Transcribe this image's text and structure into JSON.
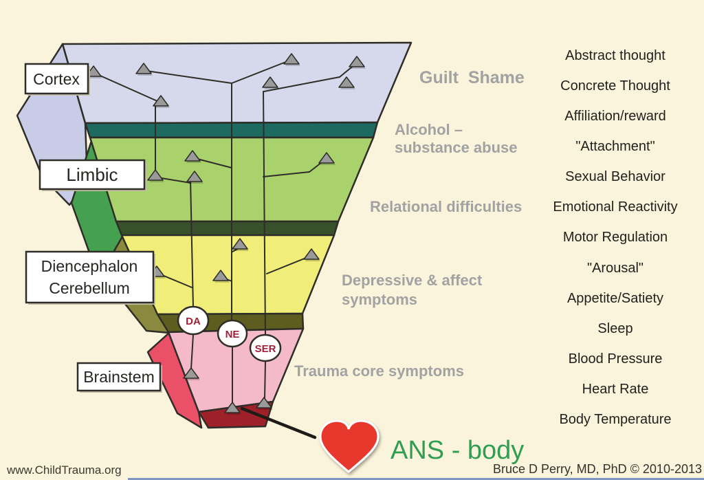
{
  "diagram": {
    "levels": {
      "cortex": "Cortex",
      "limbic": "Limbic",
      "diencephalon_line1": "Diencephalon",
      "diencephalon_line2": "Cerebellum",
      "brainstem": "Brainstem"
    },
    "neurotransmitters": {
      "da": "DA",
      "ne": "NE",
      "ser": "SER"
    },
    "symptoms": {
      "guilt_shame": "Guilt  Shame",
      "alcohol_line1": "Alcohol –",
      "alcohol_line2": "substance abuse",
      "relational": "Relational difficulties",
      "depressive_line1": "Depressive & affect",
      "depressive_line2": "symptoms",
      "trauma": "Trauma core symptoms"
    },
    "ans_label": "ANS - body"
  },
  "functions": {
    "items": [
      "Abstract thought",
      "Concrete Thought",
      "Affiliation/reward",
      "\"Attachment\"",
      "Sexual Behavior",
      "Emotional Reactivity",
      "Motor Regulation",
      "\"Arousal\"",
      "Appetite/Satiety",
      "Sleep",
      "Blood Pressure",
      "Heart Rate",
      "Body Temperature"
    ]
  },
  "footer": {
    "website": "www.ChildTrauma.org",
    "credit": "Bruce D Perry, MD, PhD © 2010-2013"
  },
  "colors": {
    "background": "#fbf4dc",
    "cortex_face": "#d6d9ec",
    "cortex_side": "#c9cce6",
    "teal_band": "#1d6a60",
    "limbic_face": "#a9d16c",
    "limbic_side": "#45a14f",
    "darkgreen_band": "#37522a",
    "diencephalon_face": "#f0ee78",
    "diencephalon_side": "#8a8a3e",
    "olive_band": "#5c5d1e",
    "brainstem_face": "#f5bac9",
    "brainstem_side": "#ea5068",
    "brainstem_bottom": "#9e2028",
    "heart_red": "#e8392d",
    "ans_green": "#2f9e52",
    "symptom_gray": "#a2a2a2",
    "line_dark": "#2e2d28",
    "triangle_gray": "#9a9a9a",
    "neurotransmitter_text": "#a11f38",
    "bottom_line_blue": "#8095c2"
  }
}
